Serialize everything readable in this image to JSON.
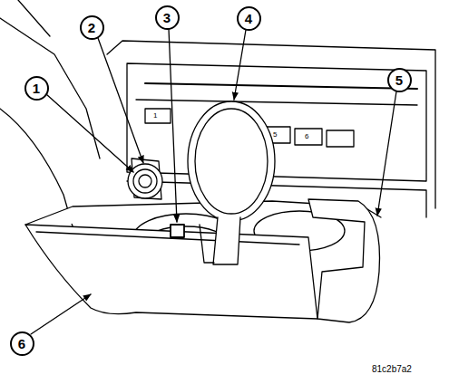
{
  "diagram": {
    "nodes": [
      {
        "text": [
          "1"
        ]
      },
      {
        "text": [
          "2"
        ]
      },
      {
        "text": [
          "3"
        ]
      },
      {
        "text": [
          "4"
        ]
      },
      {
        "text": [
          "5"
        ]
      },
      {
        "text": [
          "6"
        ]
      }
    ],
    "labels": [
      "1",
      "5",
      "6",
      "81c2b7a2"
    ]
  }
}
